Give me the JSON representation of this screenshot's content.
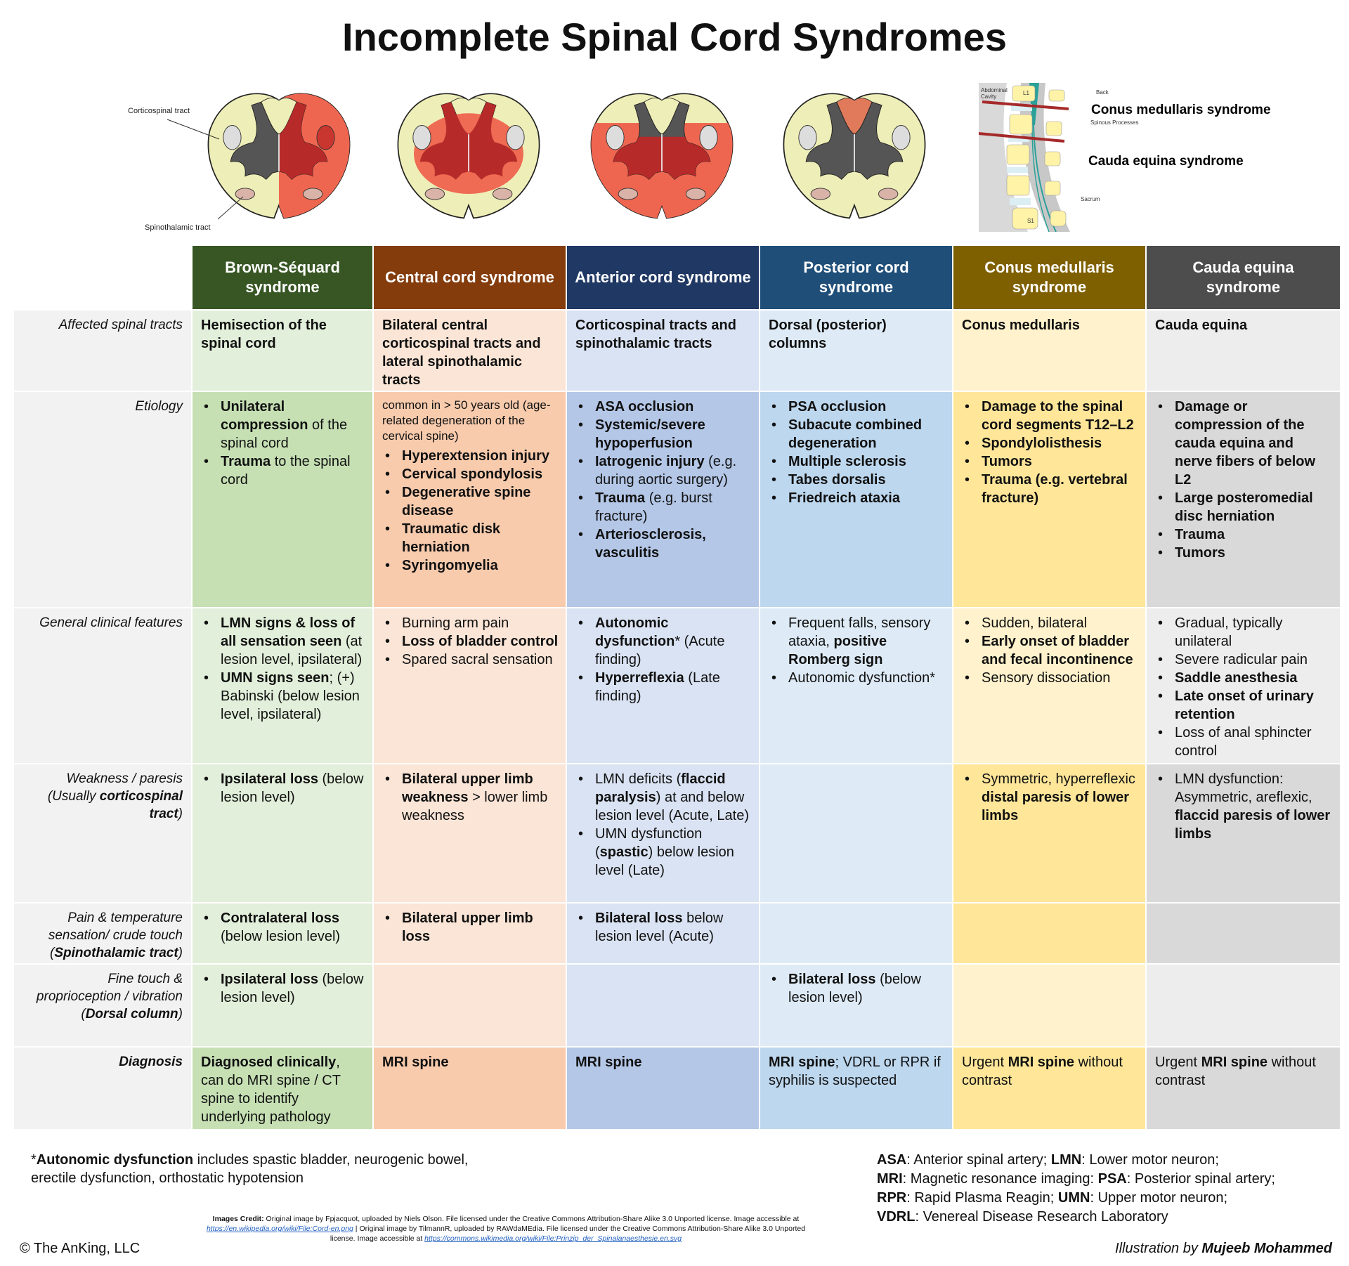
{
  "title": "Incomplete Spinal Cord Syndromes",
  "figure_labels": {
    "corticospinal": "Corticospinal tract",
    "spinothalamic": "Spinothalamic tract",
    "abdominal_cavity": "Abdominal Cavity",
    "back": "Back",
    "l1": "L1",
    "s1": "S1",
    "spinous": "Spinous Processes",
    "sacrum": "Sacrum",
    "conus_line": "Conus medullaris syndrome",
    "cauda_line": "Cauda equina syndrome"
  },
  "columns": [
    {
      "name": "Brown-Séquard syndrome",
      "header": "#375623",
      "light": "#e2efda",
      "dark": "#c6e0b4"
    },
    {
      "name": "Central cord syndrome",
      "header": "#843c0c",
      "light": "#fbe5d6",
      "dark": "#f8cbad"
    },
    {
      "name": "Anterior cord syndrome",
      "header": "#203864",
      "light": "#dae3f3",
      "dark": "#b4c7e7"
    },
    {
      "name": "Posterior cord syndrome",
      "header": "#1f4e79",
      "light": "#deebf7",
      "dark": "#bdd7ee"
    },
    {
      "name": "Conus medullaris syndrome",
      "header": "#7f6000",
      "light": "#fff2cc",
      "dark": "#ffe699"
    },
    {
      "name": "Cauda equina syndrome",
      "header": "#4d4d4d",
      "light": "#ededed",
      "dark": "#d9d9d9"
    }
  ],
  "rows": [
    {
      "label": [
        "Affected spinal tracts"
      ],
      "height": 116,
      "shade": [
        "light",
        "light",
        "light",
        "light",
        "light",
        "light"
      ],
      "cells": [
        {
          "p": [
            {
              "b": "Hemisection of the spinal cord"
            }
          ]
        },
        {
          "p": [
            {
              "b": "Bilateral central corticospinal tracts and lateral spinothalamic tracts"
            }
          ]
        },
        {
          "p": [
            {
              "b": "Corticospinal tracts and spinothalamic tracts"
            }
          ]
        },
        {
          "p": [
            {
              "b": "Dorsal (posterior) columns"
            }
          ]
        },
        {
          "p": [
            {
              "b": "Conus medullaris"
            }
          ]
        },
        {
          "p": [
            {
              "b": "Cauda equina"
            }
          ]
        }
      ]
    },
    {
      "label": [
        "Etiology"
      ],
      "height": 308,
      "shade": [
        "dark",
        "dark",
        "dark",
        "dark",
        "dark",
        "dark"
      ],
      "cells": [
        {
          "li": [
            [
              {
                "b": "Unilateral compression"
              },
              " of the spinal cord"
            ],
            [
              {
                "b": "Trauma"
              },
              " to the spinal cord"
            ]
          ]
        },
        {
          "small": "common in > 50 years old (age-related degeneration of the cervical spine)",
          "li": [
            [
              {
                "b": "Hyperextension injury"
              }
            ],
            [
              {
                "b": "Cervical spondylosis"
              }
            ],
            [
              {
                "b": "Degenerative spine disease"
              }
            ],
            [
              {
                "b": "Traumatic disk herniation"
              }
            ],
            [
              {
                "b": "Syringomyelia"
              }
            ]
          ]
        },
        {
          "li": [
            [
              {
                "b": "ASA occlusion"
              }
            ],
            [
              {
                "b": "Systemic/severe hypoperfusion"
              }
            ],
            [
              {
                "b": "Iatrogenic injury"
              },
              " (e.g. during aortic surgery)"
            ],
            [
              {
                "b": "Trauma"
              },
              " (e.g. burst fracture)"
            ],
            [
              {
                "b": "Arteriosclerosis, vasculitis"
              }
            ]
          ]
        },
        {
          "li": [
            [
              {
                "b": "PSA occlusion"
              }
            ],
            [
              {
                "b": "Subacute combined degeneration"
              }
            ],
            [
              {
                "b": "Multiple sclerosis"
              }
            ],
            [
              {
                "b": "Tabes dorsalis"
              }
            ],
            [
              {
                "b": "Friedreich ataxia"
              }
            ]
          ]
        },
        {
          "li": [
            [
              {
                "b": "Damage to the spinal cord segments T12–L2"
              }
            ],
            [
              {
                "b": "Spondylolisthesis"
              }
            ],
            [
              {
                "b": "Tumors"
              }
            ],
            [
              {
                "b": "Trauma (e.g. vertebral fracture)"
              }
            ]
          ]
        },
        {
          "li": [
            [
              {
                "b": "Damage or compression of the cauda equina and nerve fibers of below L2"
              }
            ],
            [
              {
                "b": "Large posteromedial disc herniation"
              }
            ],
            [
              {
                "b": "Trauma"
              }
            ],
            [
              {
                "b": "Tumors"
              }
            ]
          ]
        }
      ]
    },
    {
      "label": [
        "General clinical features"
      ],
      "height": 222,
      "shade": [
        "light",
        "light",
        "light",
        "light",
        "light",
        "light"
      ],
      "cells": [
        {
          "li": [
            [
              {
                "b": "LMN signs & loss of all sensation seen"
              },
              " (at lesion level, ipsilateral)"
            ],
            [
              {
                "b": "UMN signs seen"
              },
              "; (+) Babinski (below lesion level, ipsilateral)"
            ]
          ]
        },
        {
          "li": [
            [
              "Burning arm pain"
            ],
            [
              {
                "b": "Loss of bladder control"
              }
            ],
            [
              "Spared sacral sensation"
            ]
          ]
        },
        {
          "li": [
            [
              {
                "b": "Autonomic dysfunction"
              },
              "* (Acute finding)"
            ],
            [
              {
                "b": "Hyperreflexia"
              },
              " (Late finding)"
            ]
          ]
        },
        {
          "li": [
            [
              "Frequent falls, sensory ataxia, ",
              {
                "b": "positive Romberg sign"
              }
            ],
            [
              "Autonomic dysfunction*"
            ]
          ]
        },
        {
          "li": [
            [
              "Sudden, bilateral"
            ],
            [
              {
                "b": "Early onset of bladder and fecal incontinence"
              }
            ],
            [
              "Sensory dissociation"
            ]
          ]
        },
        {
          "li": [
            [
              "Gradual, typically unilateral"
            ],
            [
              "Severe radicular pain"
            ],
            [
              {
                "b": "Saddle anesthesia"
              }
            ],
            [
              {
                "b": "Late onset of urinary retention"
              }
            ],
            [
              "Loss of anal sphincter control"
            ]
          ]
        }
      ]
    },
    {
      "label": [
        "Weakness / paresis (Usually ",
        {
          "b": "corticospinal tract"
        },
        ")"
      ],
      "height": 198,
      "shade": [
        "light",
        "light",
        "light",
        "light",
        "dark",
        "dark"
      ],
      "cells": [
        {
          "li": [
            [
              {
                "b": "Ipsilateral loss"
              },
              " (below lesion level)"
            ]
          ]
        },
        {
          "li": [
            [
              {
                "b": "Bilateral upper limb weakness"
              },
              " > lower limb weakness"
            ]
          ]
        },
        {
          "li": [
            [
              "LMN deficits (",
              {
                "b": "flaccid paralysis"
              },
              ") at and below lesion level (Acute, Late)"
            ],
            [
              "UMN dysfunction (",
              {
                "b": "spastic"
              },
              ") below lesion level (Late)"
            ]
          ]
        },
        {},
        {
          "li": [
            [
              "Symmetric, hyperreflexic ",
              {
                "b": "distal paresis of lower limbs"
              }
            ]
          ]
        },
        {
          "li": [
            [
              "LMN dysfunction: Asymmetric, areflexic, ",
              {
                "b": "flaccid paresis of lower limbs"
              }
            ]
          ]
        }
      ]
    },
    {
      "label": [
        "Pain & temperature sensation/ crude touch (",
        {
          "b": "Spinothalamic tract"
        },
        ")"
      ],
      "height": 87,
      "shade": [
        "light",
        "light",
        "light",
        "light",
        "dark",
        "dark"
      ],
      "cells": [
        {
          "li": [
            [
              {
                "b": "Contralateral loss"
              },
              " (below lesion level)"
            ]
          ]
        },
        {
          "li": [
            [
              {
                "b": "Bilateral upper limb loss"
              }
            ]
          ]
        },
        {
          "li": [
            [
              {
                "b": "Bilateral loss"
              },
              " below lesion level (Acute)"
            ]
          ]
        },
        {},
        {},
        {}
      ]
    },
    {
      "label": [
        "Fine touch & proprioception / vibration (",
        {
          "b": "Dorsal column"
        },
        ")"
      ],
      "height": 118,
      "shade": [
        "light",
        "light",
        "light",
        "light",
        "light",
        "light"
      ],
      "cells": [
        {
          "li": [
            [
              {
                "b": "Ipsilateral loss"
              },
              " (below lesion level)"
            ]
          ]
        },
        {},
        {},
        {
          "li": [
            [
              {
                "b": "Bilateral loss"
              },
              " (below lesion level)"
            ]
          ]
        },
        {},
        {}
      ]
    },
    {
      "label": [
        {
          "b": "Diagnosis"
        }
      ],
      "height": 118,
      "shade": [
        "dark",
        "dark",
        "dark",
        "dark",
        "dark",
        "dark"
      ],
      "cells": [
        {
          "p": [
            {
              "b": "Diagnosed clinically"
            },
            ", can do MRI spine / CT spine to identify underlying pathology"
          ]
        },
        {
          "p": [
            {
              "b": "MRI spine"
            }
          ]
        },
        {
          "p": [
            {
              "b": "MRI spine"
            }
          ]
        },
        {
          "p": [
            {
              "b": "MRI spine"
            },
            "; VDRL or RPR if syphilis is suspected"
          ]
        },
        {
          "p": [
            "Urgent ",
            {
              "b": "MRI spine"
            },
            " without contrast"
          ]
        },
        {
          "p": [
            "Urgent ",
            {
              "b": "MRI spine"
            },
            " without contrast"
          ]
        }
      ]
    }
  ],
  "footnote": [
    "*",
    {
      "b": "Autonomic dysfunction"
    },
    " includes spastic bladder, neurogenic bowel, erectile dysfunction, orthostatic hypotension"
  ],
  "abbreviations": [
    [
      {
        "b": "ASA"
      },
      ": Anterior spinal artery; ",
      {
        "b": "LMN"
      },
      ": Lower motor neuron;"
    ],
    [
      {
        "b": "MRI"
      },
      ": Magnetic resonance imaging: ",
      {
        "b": "PSA"
      },
      ": Posterior spinal artery;"
    ],
    [
      {
        "b": "RPR"
      },
      ": Rapid Plasma Reagin; ",
      {
        "b": "UMN"
      },
      ": Upper motor neuron;"
    ],
    [
      {
        "b": "VDRL"
      },
      ": Venereal Disease Research Laboratory"
    ]
  ],
  "credits": {
    "label": "Images Credit:",
    "text1": " Original image by Fpjacquot, uploaded by Niels Olson. File licensed under the Creative Commons Attribution-Share Alike 3.0 Unported license. Image accessible at ",
    "link1": "https://en.wikipedia.org/wiki/File:Cord-en.png",
    "text2": " | Original image by TilmannR, uploaded by RAWdaMEdia. File licensed under the Creative Commons Attribution-Share Alike 3.0 Unported license. Image accessible at ",
    "link2": "https://commons.wikimedia.org/wiki/File:Prinzip_der_Spinalanaesthesie.en.svg"
  },
  "copyright": "© The AnKing, LLC",
  "illustration_prefix": "Illustration by ",
  "illustrator": "Mujeeb Mohammed"
}
